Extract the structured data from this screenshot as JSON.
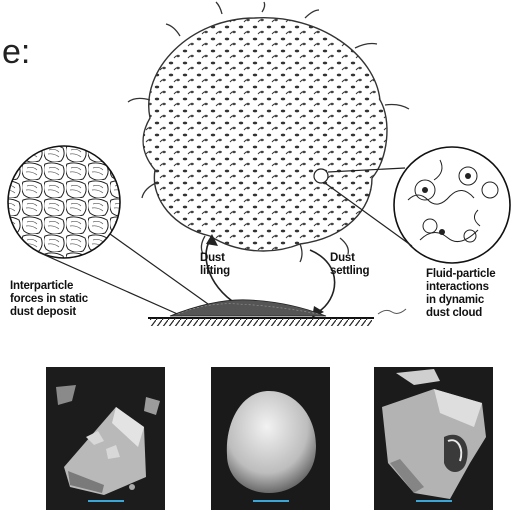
{
  "title_fragment": "e:",
  "labels": {
    "dust_lifting": "Dust\nlifting",
    "dust_settling": "Dust\nsettling",
    "interparticle": "Interparticle\nforces in static\ndust deposit",
    "fluid_particle": "Fluid-particle\ninteractions\nin dynamic\ndust cloud"
  },
  "sem_images": [
    {
      "name": "angular-crystal-particle"
    },
    {
      "name": "rounded-smooth-particle"
    },
    {
      "name": "broken-shell-particle"
    }
  ],
  "colors": {
    "ink": "#222222",
    "scale_bar": "#3aa6d8",
    "sem_bg": "#1a1a1a"
  }
}
